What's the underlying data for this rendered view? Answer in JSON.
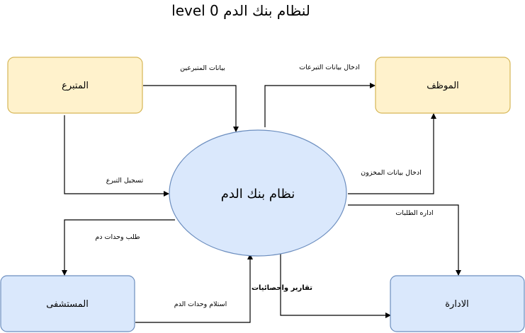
{
  "title": "لنظام بنك الدم level 0",
  "colors": {
    "entity_yellow_fill": "#fff2cc",
    "entity_yellow_stroke": "#d6b656",
    "entity_blue_fill": "#dae8fc",
    "entity_blue_stroke": "#6c8ebf",
    "process_fill": "#dae8fc",
    "process_stroke": "#6c8ebf",
    "edge": "#000000"
  },
  "nodes": {
    "donor": "المتبرع",
    "employee": "الموظف",
    "process": "نظام بنك الدم",
    "hospital": "المستشفى",
    "administration": "الادارة"
  },
  "edges": {
    "donor_data": "بيانات المتبرعين",
    "enter_donations": "ادخال بيانات التبرعات",
    "register_donation": "تسجيل التبرع",
    "enter_inventory": "ادخال بيانات المخزون",
    "manage_requests": "اداره الطلبات",
    "request_units": "طلب وحدات دم",
    "receive_units": "استلام وحدات الدم",
    "reports_stats": "تقارير واحصائيات"
  }
}
